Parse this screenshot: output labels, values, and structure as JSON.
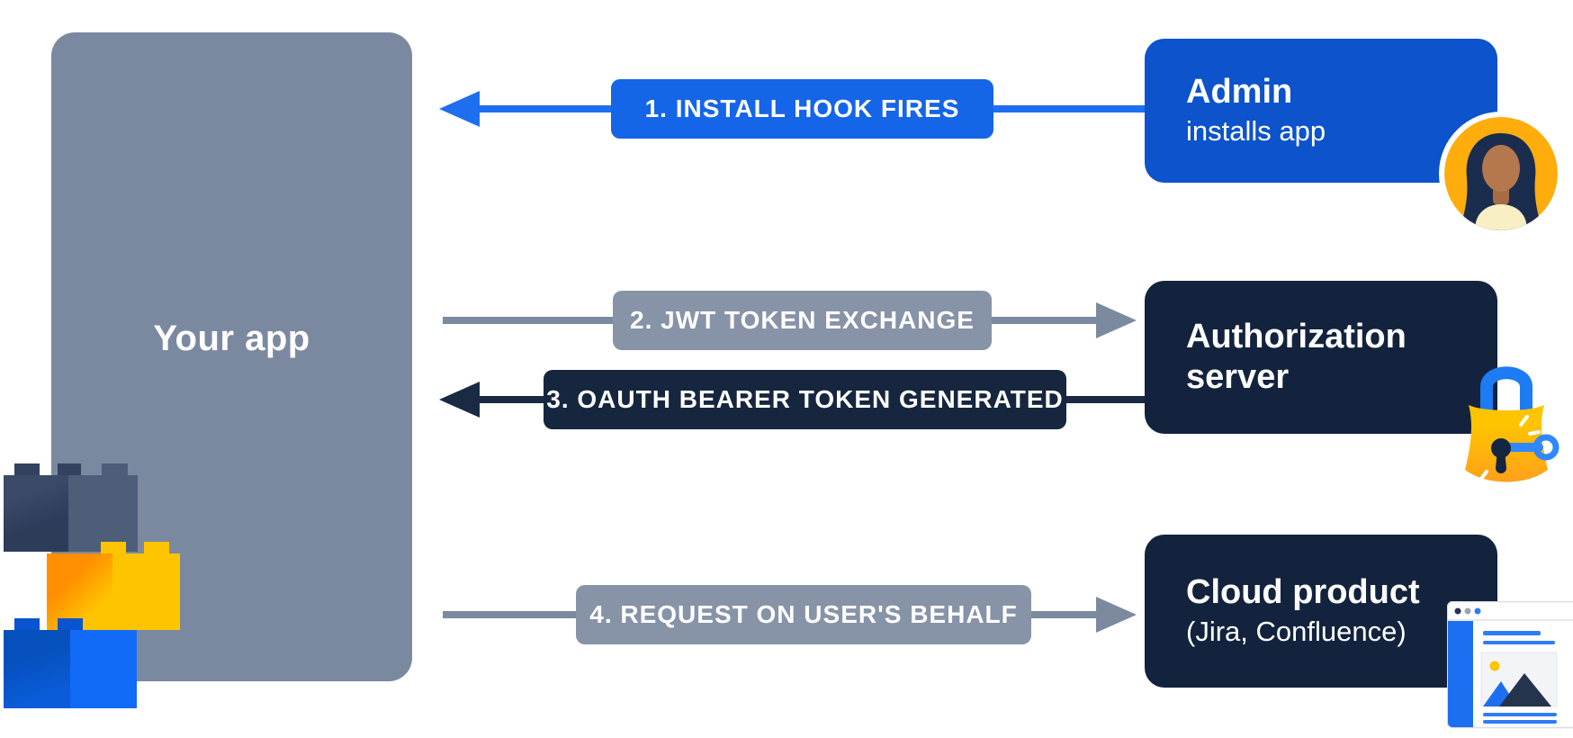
{
  "diagram": {
    "app_box": {
      "label": "Your app",
      "color": "#7b89a0"
    },
    "steps": [
      {
        "label": "1. INSTALL HOOK FIRES",
        "direction": "left",
        "color": "#1565e8"
      },
      {
        "label": "2. JWT TOKEN EXCHANGE",
        "direction": "right",
        "color": "#8793a7"
      },
      {
        "label": "3. OAUTH BEARER TOKEN GENERATED",
        "direction": "left",
        "color": "#16263f"
      },
      {
        "label": "4. REQUEST ON USER'S BEHALF",
        "direction": "right",
        "color": "#8793a7"
      }
    ],
    "nodes": [
      {
        "title": "Admin",
        "subtitle": "installs app",
        "icon": "woman-avatar",
        "color": "#0c53cc"
      },
      {
        "title": "Authorization server",
        "icon": "padlock-with-key",
        "color": "#13233e"
      },
      {
        "title": "Cloud product",
        "subtitle": "(Jira, Confluence)",
        "icon": "browser-window",
        "color": "#13233e"
      }
    ],
    "colors": {
      "bright_blue_arrow": "#1e6ff0",
      "gray_arrow": "#7c8aa0",
      "navy_arrow": "#1a2a45",
      "amber_accent": "#ffad0d",
      "yellow_accent": "#ffc400"
    }
  }
}
